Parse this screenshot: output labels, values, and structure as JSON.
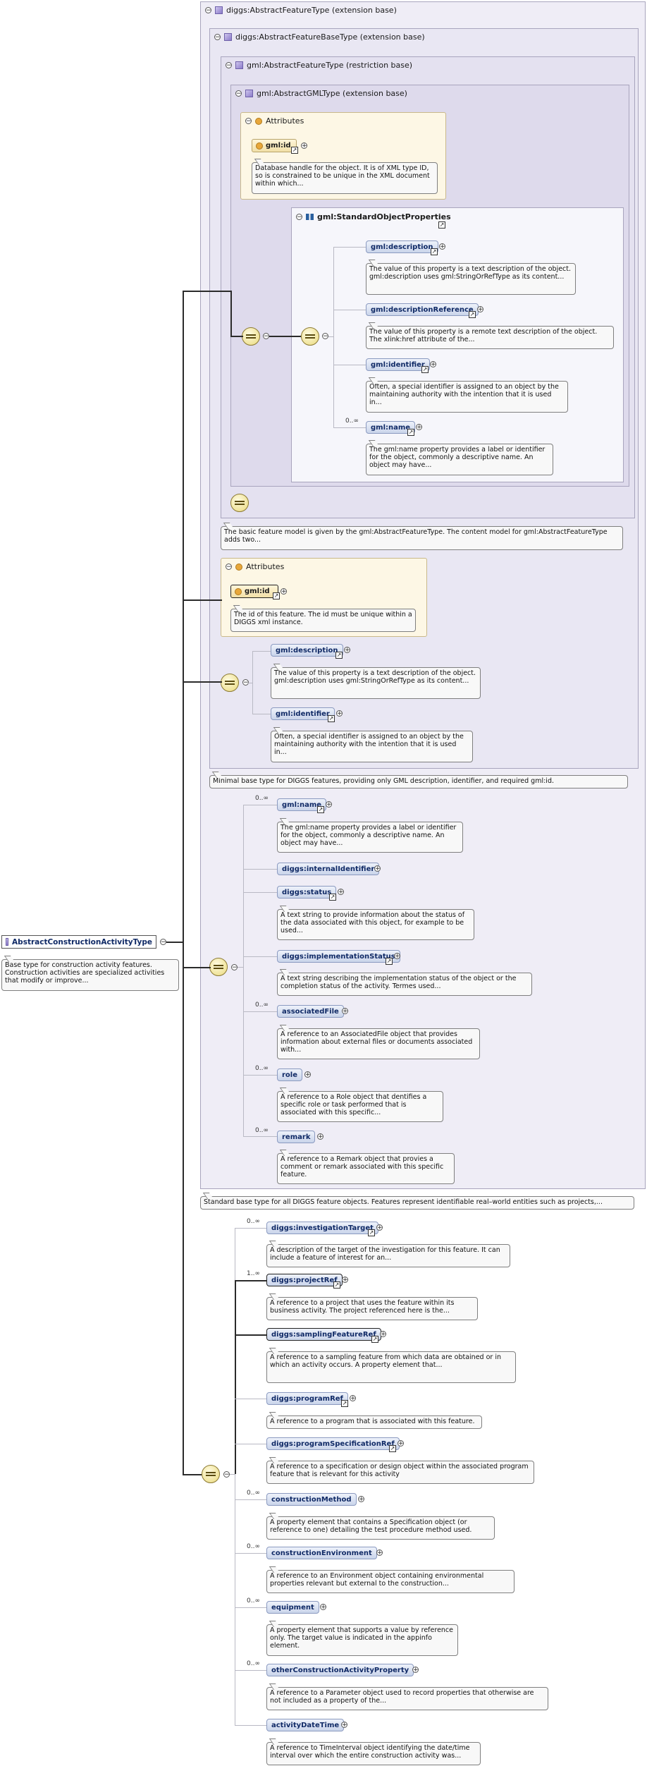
{
  "root": {
    "name": "AbstractConstructionActivityType",
    "annotation": "Base type for construction activity features. Construction activities are specialized activities that modify or improve..."
  },
  "base_diggs_feature": {
    "header": "diggs:AbstractFeatureType (extension base)",
    "annotation": "Standard base type for all DIGGS feature objects. Features represent identifiable real–world entities such as projects,..."
  },
  "base_diggs_featurebase": {
    "header": "diggs:AbstractFeatureBaseType (extension base)",
    "annotation": "Minimal base type for DIGGS features, providing only GML description, identifier, and required gml:id."
  },
  "base_gml_feature": {
    "header": "gml:AbstractFeatureType (restriction base)",
    "annotation": "The basic feature model is given by the gml:AbstractFeatureType. The content model for gml:AbstractFeatureType adds two..."
  },
  "base_gml": {
    "header": "gml:AbstractGMLType (extension base)"
  },
  "gml_attributes": {
    "header": "Attributes",
    "attr_name": "gml:id",
    "attr_annotation": "Database handle for the object. It is of XML type ID, so is constrained to be unique in the XML document within which..."
  },
  "spo": {
    "header": "gml:StandardObjectProperties",
    "items": [
      {
        "name": "gml:description",
        "mult": "",
        "annotation": "The value of this property is a text description of the object. gml:description uses gml:StringOrRefType as its content..."
      },
      {
        "name": "gml:descriptionReference",
        "mult": "",
        "annotation": "The value of this property is a remote text description of the object. The xlink:href attribute of the..."
      },
      {
        "name": "gml:identifier",
        "mult": "",
        "annotation": "Often, a special identifier is assigned to an object by the maintaining authority with the intention that it is used in..."
      },
      {
        "name": "gml:name",
        "mult": "0..∞",
        "annotation": "The gml:name property provides a label or identifier for the object, commonly a descriptive name. An object may have..."
      }
    ]
  },
  "featurebase_attributes": {
    "header": "Attributes",
    "attr_name": "gml:id",
    "attr_annotation": "The id of this feature. The id must be unique within a DIGGS xml instance."
  },
  "featurebase_items": [
    {
      "name": "gml:description",
      "annotation": "The value of this property is a text description of the object. gml:description uses gml:StringOrRefType as its content..."
    },
    {
      "name": "gml:identifier",
      "annotation": "Often, a special identifier is assigned to an object by the maintaining authority with the intention that it is used in..."
    }
  ],
  "feature_items": [
    {
      "name": "gml:name",
      "mult": "0..∞",
      "annotation": "The gml:name property provides a label or identifier for the object, commonly a descriptive name. An object may have..."
    },
    {
      "name": "diggs:internalIdentifier",
      "mult": "",
      "annotation": ""
    },
    {
      "name": "diggs:status",
      "mult": "",
      "annotation": "A text string to provide information about the status of the data associated with this object, for example to be used..."
    },
    {
      "name": "diggs:implementationStatus",
      "mult": "",
      "annotation": "A text string describing the implementation status of the object or the completion status of the activity. Termes used..."
    },
    {
      "name": "associatedFile",
      "mult": "0..∞",
      "annotation": "A reference to an AssociatedFile object that provides information about external files or documents associated with..."
    },
    {
      "name": "role",
      "mult": "0..∞",
      "annotation": "A reference to a Role object that dentifies a specific role or task performed that is associated with this specific..."
    },
    {
      "name": "remark",
      "mult": "0..∞",
      "annotation": "A reference to a Remark object that provies a comment or remark associated with this specific feature."
    }
  ],
  "activity_items": [
    {
      "name": "diggs:investigationTarget",
      "mult": "0..∞",
      "annotation": "A description of the target of the investigation for this feature. It can include a feature of interest for an..."
    },
    {
      "name": "diggs:projectRef",
      "mult": "1..∞",
      "annotation": "A reference to a project that uses the feature within its business activity. The project referenced here is the..."
    },
    {
      "name": "diggs:samplingFeatureRef",
      "mult": "",
      "annotation": "A reference to a sampling feature from which data are obtained or in which an activity occurs. A property element that..."
    },
    {
      "name": "diggs:programRef",
      "mult": "",
      "annotation": "A reference to a program that is associated with this feature."
    },
    {
      "name": "diggs:programSpecificationRef",
      "mult": "",
      "annotation": "A reference to a specification or design object within the associated program feature that is relevant for this activity"
    },
    {
      "name": "constructionMethod",
      "mult": "0..∞",
      "annotation": "A property element that contains a Specification object (or reference to one) detailing the test procedure method used."
    },
    {
      "name": "constructionEnvironment",
      "mult": "0..∞",
      "annotation": "A reference to an Environment object containing environmental properties relevant but external to the construction..."
    },
    {
      "name": "equipment",
      "mult": "0..∞",
      "annotation": "A property element that supports a value by reference only. The target value is indicated in the appinfo element."
    },
    {
      "name": "otherConstructionActivityProperty",
      "mult": "0..∞",
      "annotation": "A reference to a Parameter object used to record properties that otherwise are not included as a property of the..."
    },
    {
      "name": "activityDateTime",
      "mult": "",
      "annotation": "A reference to TimeInterval object identifying the date/time interval over which the entire construction activity was..."
    }
  ]
}
